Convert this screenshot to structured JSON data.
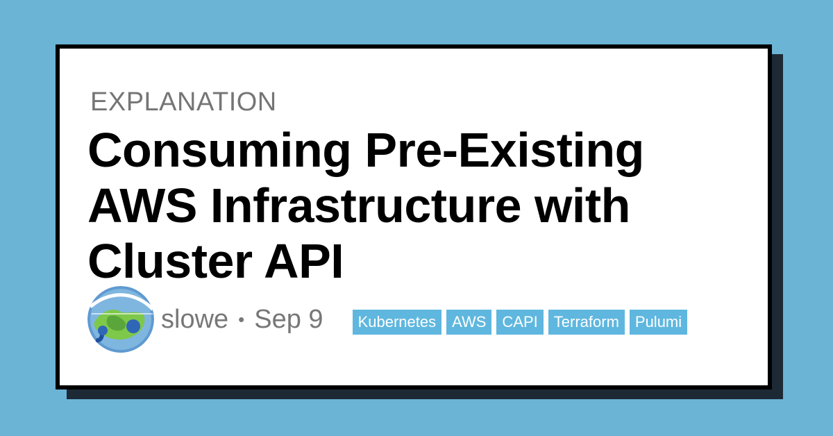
{
  "post": {
    "type_label": "EXPLANATION",
    "title": "Consuming Pre-Existing AWS Infrastructure with Cluster API",
    "author": "slowe",
    "separator": "•",
    "date": "Sep 9",
    "tags": [
      "Kubernetes",
      "AWS",
      "CAPI",
      "Terraform",
      "Pulumi"
    ]
  },
  "colors": {
    "background": "#6bb4d6",
    "card": "#ffffff",
    "card_border": "#000000",
    "tag_background": "#5fb7df",
    "muted_text": "#777777"
  },
  "icons": {
    "avatar": "globe-illustration"
  }
}
